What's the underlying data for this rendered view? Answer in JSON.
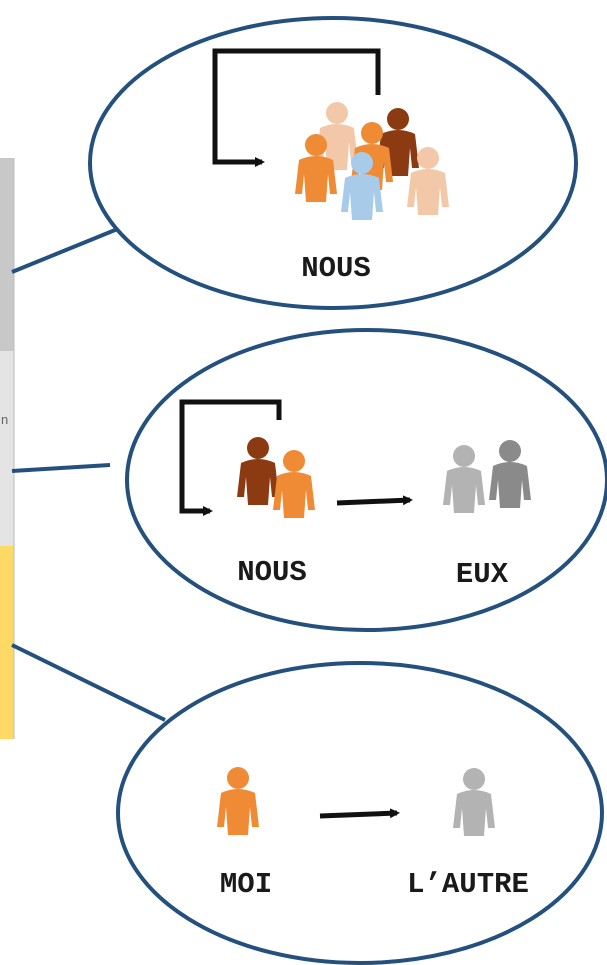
{
  "colors": {
    "ellipse_stroke": "#24507e",
    "panel_gray": "#c8c8c8",
    "panel_light": "#e4e4e4",
    "panel_yellow": "#ffd966",
    "orange": "#ef8a35",
    "dark_brown": "#8b3a12",
    "peach": "#f3c8a8",
    "light_blue": "#a8cbe9",
    "gray": "#b3b3b3",
    "dark_gray": "#8a8a8a"
  },
  "panel_fragment": {
    "text": "n"
  },
  "bubbles": [
    {
      "id": "collective",
      "labels": {
        "left": "NOUS"
      },
      "icons": [
        "loop-arrow-icon",
        "group-of-people-icon"
      ]
    },
    {
      "id": "group-vs-group",
      "labels": {
        "left": "NOUS",
        "right": "EUX"
      },
      "icons": [
        "loop-arrow-icon",
        "pair-of-people-icon",
        "arrow-right-icon",
        "gray-pair-icon"
      ]
    },
    {
      "id": "self-vs-other",
      "labels": {
        "left": "MOI",
        "right": "L’AUTRE"
      },
      "icons": [
        "person-icon",
        "arrow-right-icon",
        "gray-person-icon"
      ]
    }
  ]
}
